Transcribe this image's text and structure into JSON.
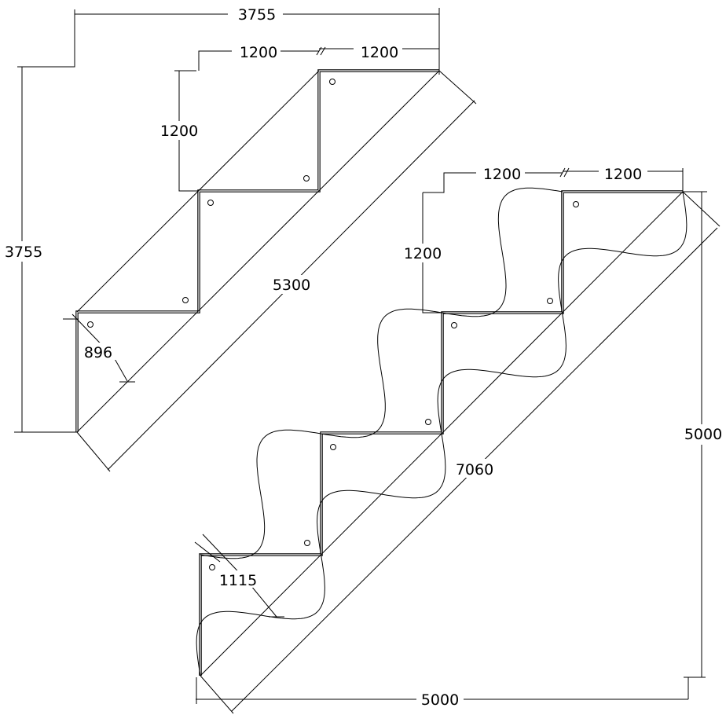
{
  "drawing": {
    "left_stair": {
      "overall_width": "3755",
      "overall_height": "3755",
      "tread_1": "1200",
      "tread_2": "1200",
      "riser": "1200",
      "stringer_length": "5300",
      "stringer_depth": "896"
    },
    "right_stair": {
      "tread_1": "1200",
      "tread_2": "1200",
      "riser": "1200",
      "overall_height": "5000",
      "overall_width": "5000",
      "stringer_length": "7060",
      "stringer_depth": "1115"
    },
    "line_color": "#000000"
  }
}
